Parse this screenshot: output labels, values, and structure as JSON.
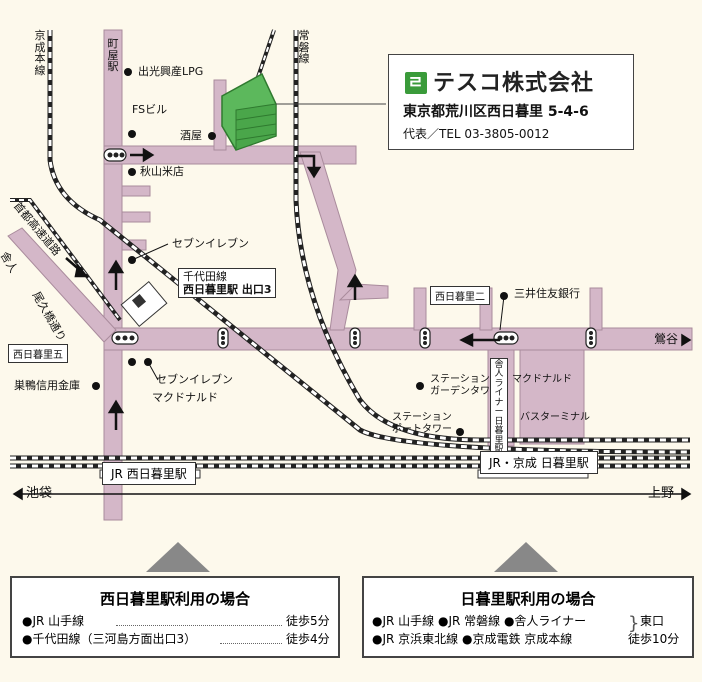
{
  "company": {
    "logo_text": "テスコ株式会社",
    "address": "東京都荒川区西日暮里 5-4-6",
    "tel": "代表／TEL 03-3805-0012"
  },
  "lines": {
    "keisei_main": "京成本線",
    "joban": "常磐線",
    "expressway": "首都高速道路",
    "toneri_liner_vertical": "舎人ライナー日暮里駅",
    "toneri_liner_left": "舎人",
    "ogu_bridge": "尾久橋通り"
  },
  "stations": {
    "nishi_nippori_jr": "JR 西日暮里駅",
    "nippori": "JR・京成 日暮里駅",
    "chiyoda_box_line1": "千代田線",
    "chiyoda_box_line2": "西日暮里駅 出口3",
    "machiya_label": "町屋駅"
  },
  "places": {
    "idemitsu": "出光興産LPG",
    "fs_building": "FSビル",
    "sakaya": "酒屋",
    "akiyama": "秋山米店",
    "seven_1": "セブンイレブン",
    "seven_2": "セブンイレブン",
    "mcdonalds_1": "マクドナルド",
    "mcdonalds_2": "マクドナルド",
    "sugamo_bank": "巣鴨信用金庫",
    "mitsui": "三井住友銀行",
    "station_garden": "ステーション\nガーデンタワー",
    "station_port": "ステーション\nポートタワー",
    "bus_terminal": "バスターミナル"
  },
  "intersections": {
    "nishi_nippori_5": "西日暮里五",
    "nishi_nippori_2": "西日暮里二"
  },
  "directions": {
    "uguisudani": "鶯谷",
    "ikebukuro": "池袋",
    "ueno": "上野"
  },
  "access_left": {
    "title": "西日暮里駅利用の場合",
    "rows": [
      {
        "line": "●JR 山手線",
        "time": "徒歩5分"
      },
      {
        "line": "●千代田線（三河島方面出口3）",
        "time": "徒歩4分"
      }
    ]
  },
  "access_right": {
    "title": "日暮里駅利用の場合",
    "row1": "●JR 山手線 ●JR 常磐線 ●舎人ライナー",
    "row2": "●JR 京浜東北線 ●京成電鉄 京成本線",
    "exit": "東口",
    "time": "徒歩10分"
  },
  "colors": {
    "road": "#d4b7c8",
    "road_edge": "#a98b9c",
    "building": "#5cb85c",
    "background": "#fdf9ec",
    "rail": "#222222"
  }
}
